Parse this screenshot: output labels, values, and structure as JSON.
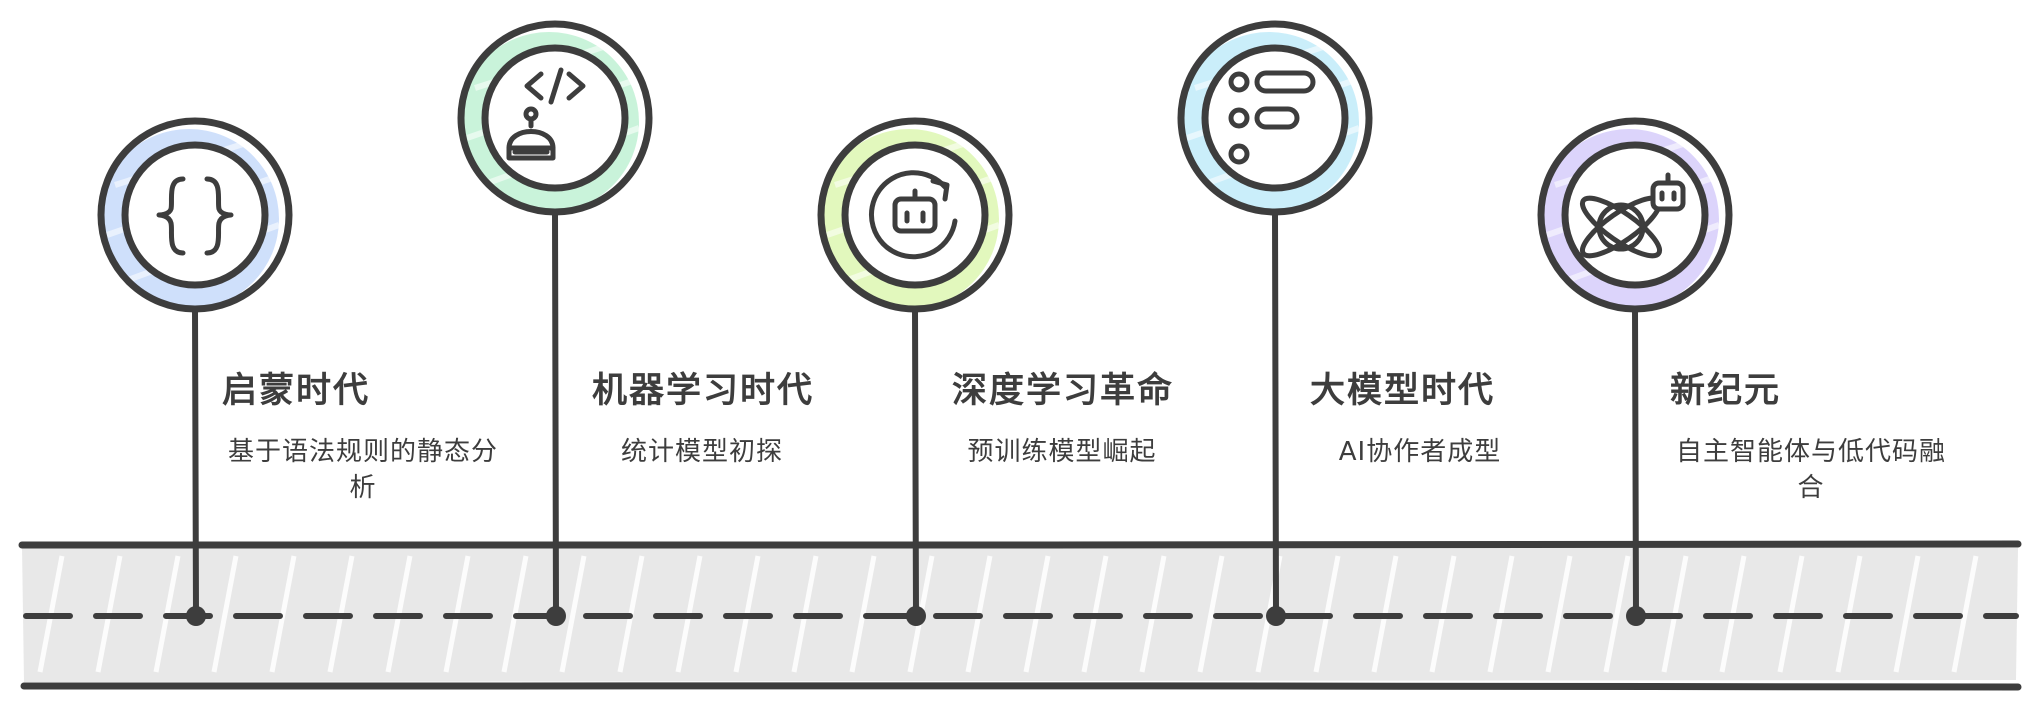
{
  "colors": {
    "stroke": "#3d3d3d",
    "road": "#e6e6e6",
    "accents": [
      "#cfe0fb",
      "#c9f3da",
      "#e2f8bd",
      "#caeefa",
      "#dcd4fb"
    ]
  },
  "milestones": [
    {
      "title": "启蒙时代",
      "description": "基于语法规则的静态分析",
      "icon": "curly-braces-icon",
      "accent": "#cfe0fb"
    },
    {
      "title": "机器学习时代",
      "description": "统计模型初探",
      "icon": "code-robot-icon",
      "accent": "#c9f3da"
    },
    {
      "title": "深度学习革命",
      "description": "预训练模型崛起",
      "icon": "robot-refresh-icon",
      "accent": "#e2f8bd"
    },
    {
      "title": "大模型时代",
      "description": "AI协作者成型",
      "icon": "list-icon",
      "accent": "#caeefa"
    },
    {
      "title": "新纪元",
      "description": "自主智能体与低代码融合",
      "icon": "orbit-robot-icon",
      "accent": "#dcd4fb"
    }
  ]
}
